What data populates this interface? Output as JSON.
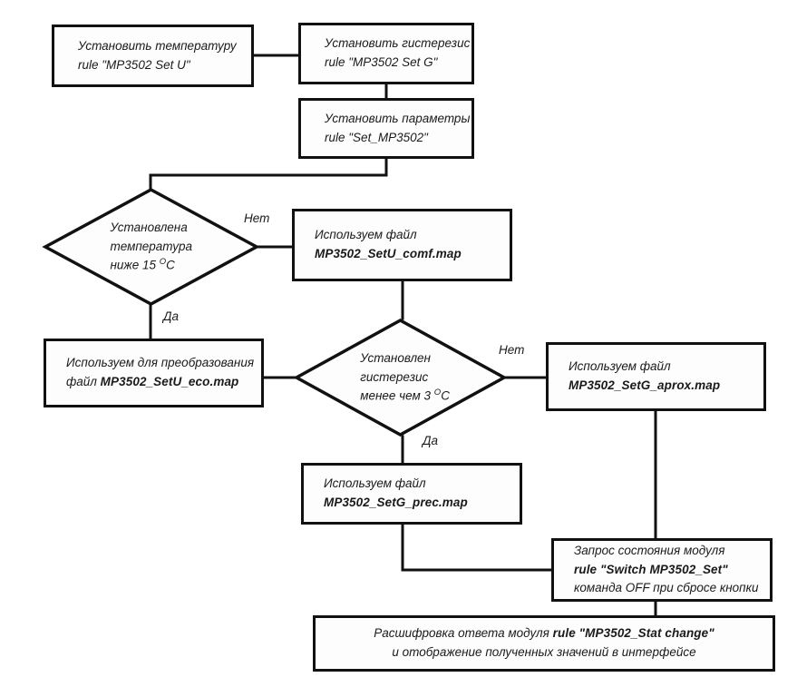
{
  "diagram": {
    "title": "MP3502 temperature/hysteresis configuration flowchart",
    "stroke_color": "#111111",
    "fill_color": "#fdfdfd",
    "background": "#ffffff"
  },
  "nodes": {
    "set_temperature": {
      "line1": "Установить температуру",
      "line2": "rule \"MP3502 Set U\""
    },
    "set_hysteresis": {
      "line1": "Установить гистерезис",
      "line2": "rule \"MP3502 Set G\""
    },
    "set_parameters": {
      "line1": "Установить параметры",
      "line2": "rule \"Set_MP3502\""
    },
    "decision_temperature": {
      "line1": "Установлена",
      "line2": "температура",
      "line3_prefix": "ниже 15 ",
      "line3_sup": "O",
      "line3_suffix": "C"
    },
    "file_comf": {
      "line1": "Используем файл",
      "line2": "MP3502_SetU_comf.map"
    },
    "file_eco": {
      "line1": "Используем для преобразования",
      "line2_prefix": "файл ",
      "line2_bold": "MP3502_SetU_eco.map"
    },
    "decision_hysteresis": {
      "line1": "Установлен",
      "line2": "гистерезис",
      "line3_prefix": "менее чем 3 ",
      "line3_sup": "O",
      "line3_suffix": "C"
    },
    "file_aprox": {
      "line1": "Используем файл",
      "line2": "MP3502_SetG_aprox.map"
    },
    "file_prec": {
      "line1": "Используем файл",
      "line2": "MP3502_SetG_prec.map"
    },
    "module_status_request": {
      "line1": "Запрос состояния модуля",
      "line2": "rule \"Switch MP3502_Set\"",
      "line3": "команда OFF при сбросе кнопки"
    },
    "decode_response": {
      "line1_prefix": "Расшифровка ответа модуля ",
      "line1_bold": "rule \"MP3502_Stat change\"",
      "line2": "и отображение полученных значений в интерфейсе"
    }
  },
  "edge_labels": {
    "temperature_no": "Нет",
    "temperature_yes": "Да",
    "hysteresis_no": "Нет",
    "hysteresis_yes": "Да"
  }
}
